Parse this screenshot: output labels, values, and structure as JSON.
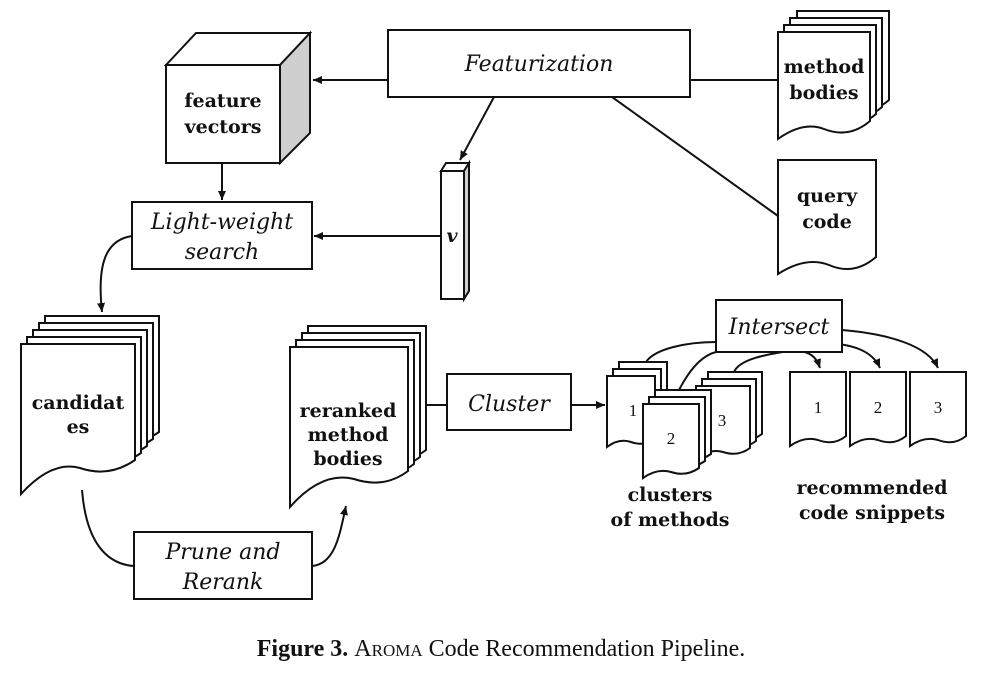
{
  "diagram": {
    "featurization": "Featurization",
    "feature_vectors": [
      "feature",
      "vectors"
    ],
    "method_bodies": [
      "method",
      "bodies"
    ],
    "query_code": [
      "query",
      "code"
    ],
    "vector_label": "v",
    "light_weight_search": [
      "Light-weight",
      "search"
    ],
    "candidates": [
      "candidat",
      "es"
    ],
    "prune_rerank": [
      "Prune and",
      "Rerank"
    ],
    "reranked_method_bodies": [
      "reranked",
      "method",
      "bodies"
    ],
    "cluster": "Cluster",
    "intersect": "Intersect",
    "clusters_of_methods": [
      "clusters",
      "of methods"
    ],
    "cluster_numbers": [
      "1",
      "2",
      "3"
    ],
    "snippet_numbers": [
      "1",
      "2",
      "3"
    ],
    "recommended_code_snippets": [
      "recommended",
      "code snippets"
    ]
  },
  "caption": {
    "figure_label": "Figure 3.",
    "system_name": "Aroma",
    "text": "Code Recommendation Pipeline."
  }
}
